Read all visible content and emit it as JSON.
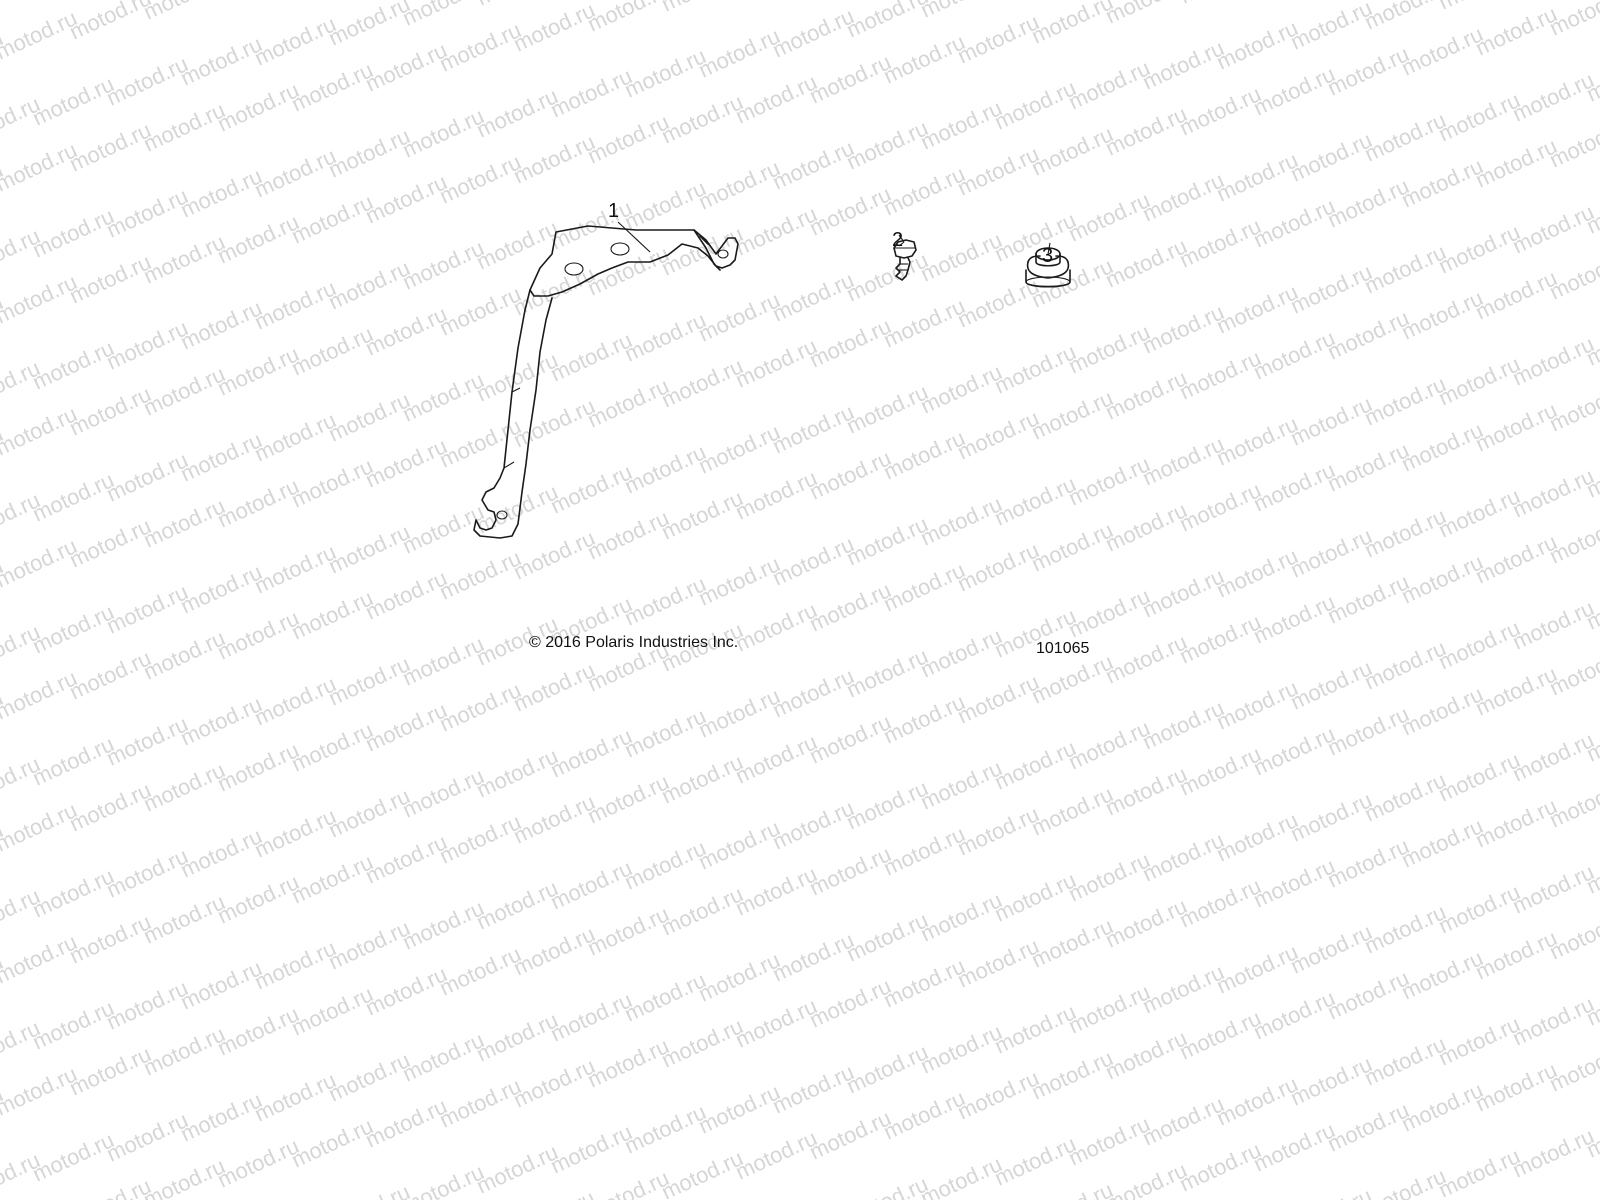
{
  "watermark": {
    "text": "motod.ru"
  },
  "parts": [
    {
      "callout": "1",
      "icon": "bracket-icon"
    },
    {
      "callout": "2",
      "icon": "bolt-icon"
    },
    {
      "callout": "3",
      "icon": "grommet-icon"
    }
  ],
  "copyright": "© 2016 Polaris Industries Inc.",
  "diagram_number": "101065"
}
